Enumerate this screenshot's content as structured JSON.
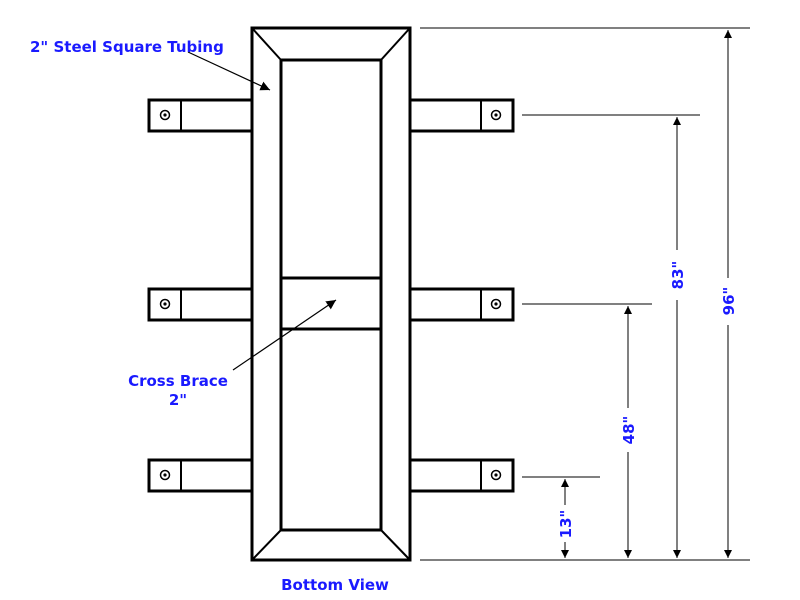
{
  "labels": {
    "tubing": "2\" Steel Square Tubing",
    "cross_brace_line1": "Cross Brace",
    "cross_brace_line2": "2\"",
    "bottom_view": "Bottom View"
  },
  "dimensions": {
    "overall": "96\"",
    "upper_bracket": "83\"",
    "middle_bracket": "48\"",
    "lower_bracket": "13\""
  },
  "colors": {
    "label": "#1a1aff",
    "line": "#000000"
  }
}
